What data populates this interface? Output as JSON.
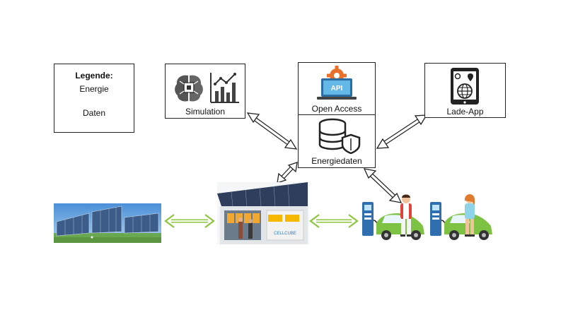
{
  "legend": {
    "title": "Legende",
    "title_suffix": ":",
    "energy_label": "Energie",
    "data_label": "Daten",
    "energy_color": "#8dc63f",
    "data_color": "#222222"
  },
  "nodes": {
    "simulation": {
      "label": "Simulation",
      "icons": [
        "brain-chip-icon",
        "bar-chart-icon"
      ]
    },
    "open_access": {
      "label": "Open Access",
      "icons": [
        "api-laptop-icon"
      ],
      "badge": "API"
    },
    "energiedaten": {
      "label": "Energiedaten",
      "icons": [
        "database-shield-icon"
      ]
    },
    "lade_app": {
      "label": "Lade-App",
      "icons": [
        "tablet-map-icon"
      ]
    }
  },
  "images": {
    "solar_field": "solar-park-photo",
    "container": "battery-container-photo",
    "container_brand": "CELLCUBE",
    "ev_charging": "ev-charging-illustration"
  },
  "colors": {
    "energy_arrow": "#8dc63f",
    "car": "#7dc242",
    "charger": "#2f6fb0"
  }
}
